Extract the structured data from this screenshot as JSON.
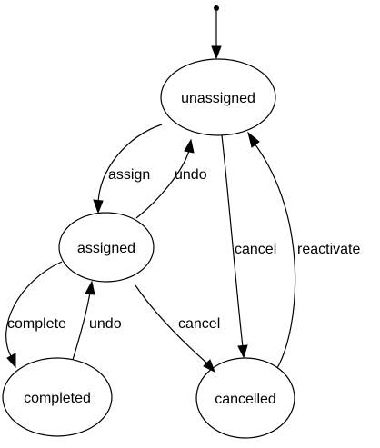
{
  "diagram": {
    "nodes": {
      "unassigned": "unassigned",
      "assigned": "assigned",
      "completed": "completed",
      "cancelled": "cancelled"
    },
    "edges": {
      "assign": "assign",
      "undo_to_unassigned": "undo",
      "cancel_from_unassigned": "cancel",
      "reactivate": "reactivate",
      "complete": "complete",
      "undo_to_assigned": "undo",
      "cancel_from_assigned": "cancel"
    }
  }
}
